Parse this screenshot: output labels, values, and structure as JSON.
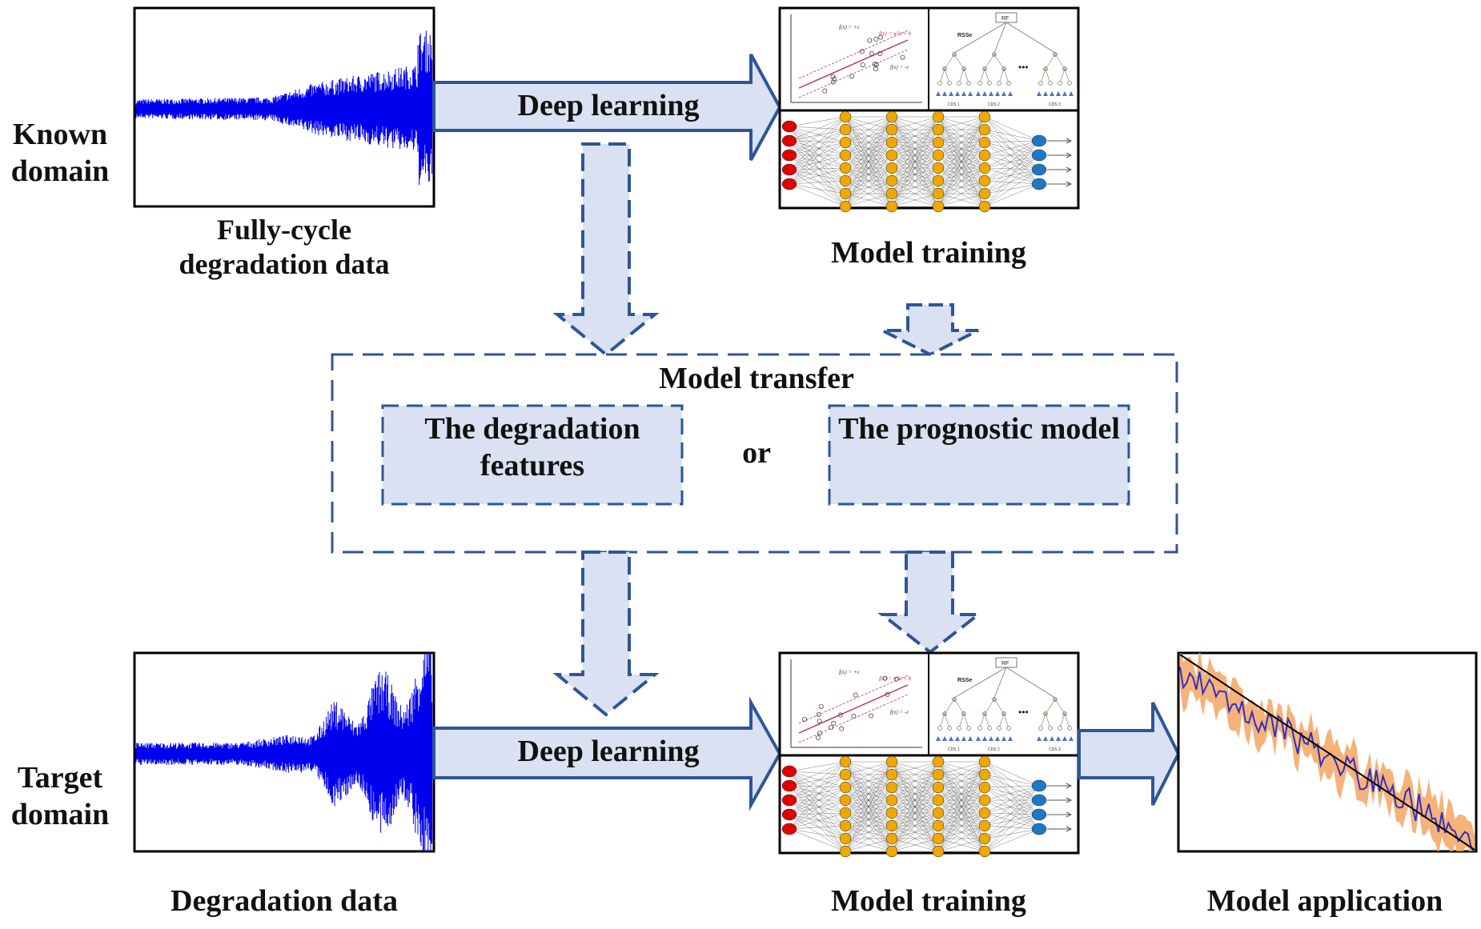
{
  "domains": {
    "known": "Known domain",
    "target": "Target domain"
  },
  "captions": {
    "known_data": "Fully-cycle degradation data",
    "known_training": "Model training",
    "target_data": "Degradation data",
    "target_training": "Model training",
    "application": "Model application"
  },
  "arrows": {
    "top_deep_learning": "Deep learning",
    "bottom_deep_learning": "Deep learning"
  },
  "transfer": {
    "title": "Model transfer",
    "option_a": "The degradation features",
    "connector": "or",
    "option_b": "The prognostic model"
  },
  "colors": {
    "signal": "#0000ee",
    "arrow_fill": "#d9e1f2",
    "arrow_stroke": "#2f5597",
    "input_node": "#e00000",
    "hidden_node": "#f0a800",
    "output_node": "#1f77c4",
    "band": "#f4a460",
    "forecast": "#3030c0"
  },
  "nn_thumbnail": {
    "svr_labels": [
      "f(x) = +ε",
      "f(x) = wᵀx + b",
      "f(x) = -ε"
    ],
    "tree_labels": [
      "RF",
      "RSSe",
      "•••",
      "CDS 1",
      "CDS 2",
      "CDS 3"
    ]
  }
}
